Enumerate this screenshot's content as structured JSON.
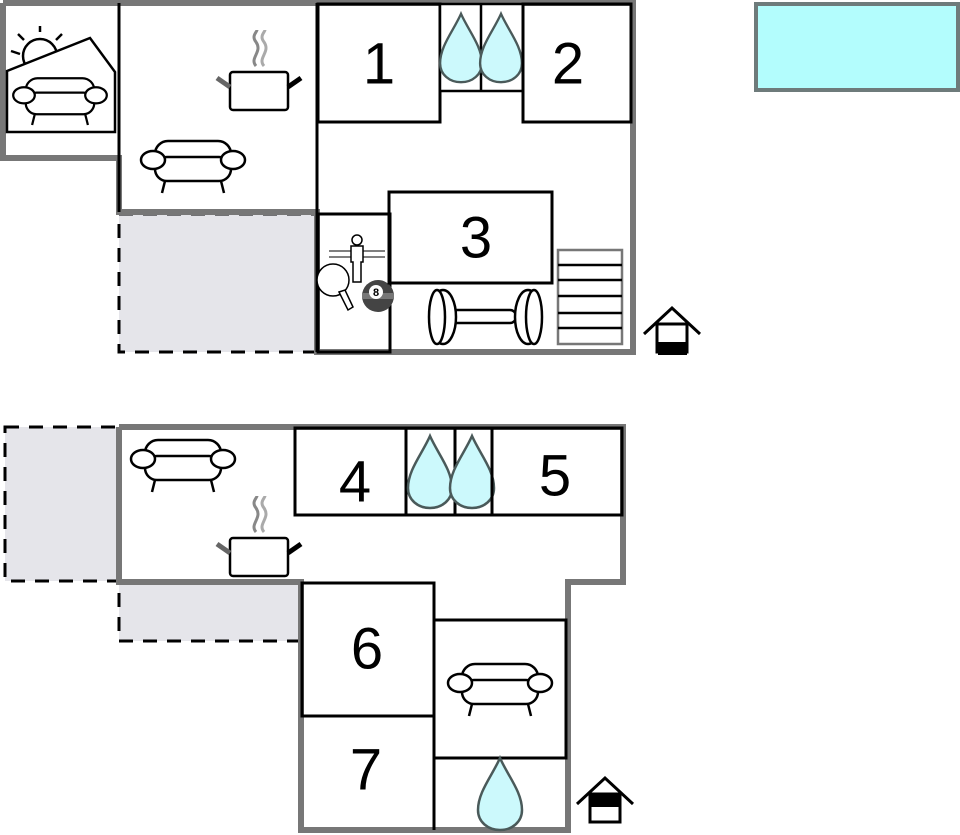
{
  "colors": {
    "outer_wall": "#777777",
    "inner_wall": "#000000",
    "terrace_fill": "#e5e5ea",
    "water_fill": "#ccf9fc",
    "pool_fill": "#b3fdfd",
    "pool_border": "#6e7b7b"
  },
  "upper_floor": {
    "rooms": [
      {
        "label": "1",
        "type": "bedroom"
      },
      {
        "label": "2",
        "type": "bedroom"
      },
      {
        "label": "3",
        "type": "bedroom"
      }
    ],
    "icons": [
      "sun-room-sofa-icon",
      "kitchen-pot-icon",
      "living-sofa-icon",
      "bathroom-drop-icon",
      "bathroom-drop-icon",
      "foosball-icon",
      "table-tennis-icon",
      "billiard-ball-icon",
      "fitness-dumbbell-icon",
      "stairs-icon",
      "entrance-icon"
    ],
    "billiard_ball_number": "8"
  },
  "lower_floor": {
    "rooms": [
      {
        "label": "4",
        "type": "bedroom"
      },
      {
        "label": "5",
        "type": "bedroom"
      },
      {
        "label": "6",
        "type": "bedroom"
      },
      {
        "label": "7",
        "type": "bedroom"
      }
    ],
    "icons": [
      "living-sofa-icon",
      "kitchen-pot-icon",
      "bathroom-drop-icon",
      "bathroom-drop-icon",
      "living-sofa-icon",
      "bathroom-drop-icon",
      "entrance-icon"
    ]
  },
  "pool": {
    "type": "swimming-pool"
  }
}
